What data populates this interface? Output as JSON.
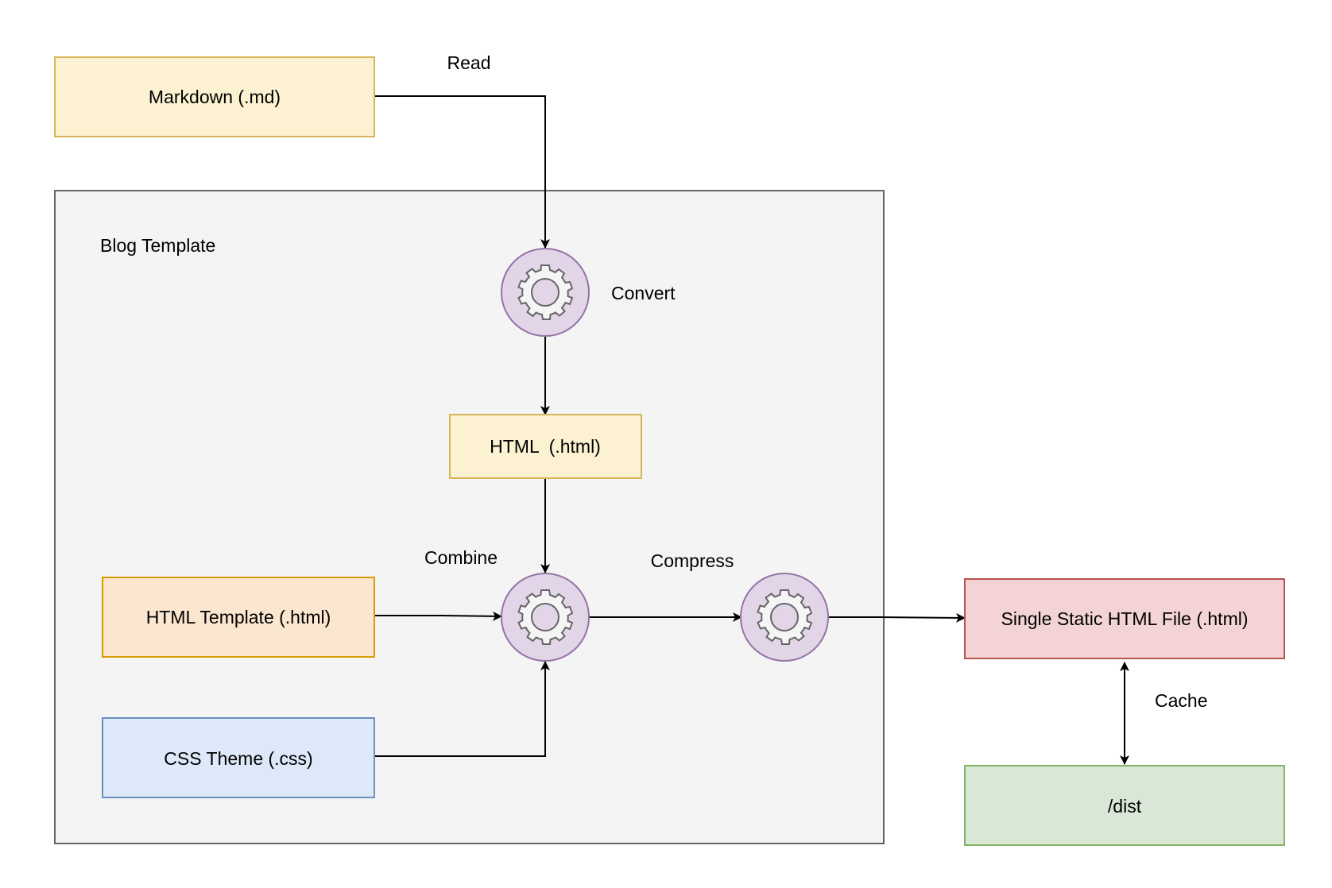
{
  "group": {
    "title": "Blog Template"
  },
  "nodes": {
    "markdown": {
      "label": "Markdown (.md)",
      "fill": "#fcf2d2",
      "stroke": "#d6b656"
    },
    "html_intermediate": {
      "label": "HTML  (.html)",
      "fill": "#fcf2d2",
      "stroke": "#d6b656"
    },
    "html_template": {
      "label": "HTML Template (.html)",
      "fill": "#fbe6cf",
      "stroke": "#d79b00"
    },
    "css_theme": {
      "label": "CSS Theme (.css)",
      "fill": "#dde8f8",
      "stroke": "#6c8ebf"
    },
    "output": {
      "label": "Single Static HTML File (.html)",
      "fill": "#f3d3d3",
      "stroke": "#b85450"
    },
    "dist": {
      "label": "/dist",
      "fill": "#d9e8d6",
      "stroke": "#82b366"
    }
  },
  "processes": {
    "convert": {
      "label": "Convert",
      "icon": "gear-icon"
    },
    "combine": {
      "label": "Combine",
      "icon": "gear-icon"
    },
    "compress": {
      "label": "Compress",
      "icon": "gear-icon"
    }
  },
  "edges": {
    "read": {
      "label": "Read"
    },
    "cache": {
      "label": "Cache"
    }
  },
  "colors": {
    "process_fill": "#e2d5e8",
    "process_stroke": "#9673a6",
    "gear_fill": "#f5f5f5",
    "gear_stroke": "#666666",
    "group_fill": "#f4f4f4",
    "group_stroke": "#666666"
  }
}
